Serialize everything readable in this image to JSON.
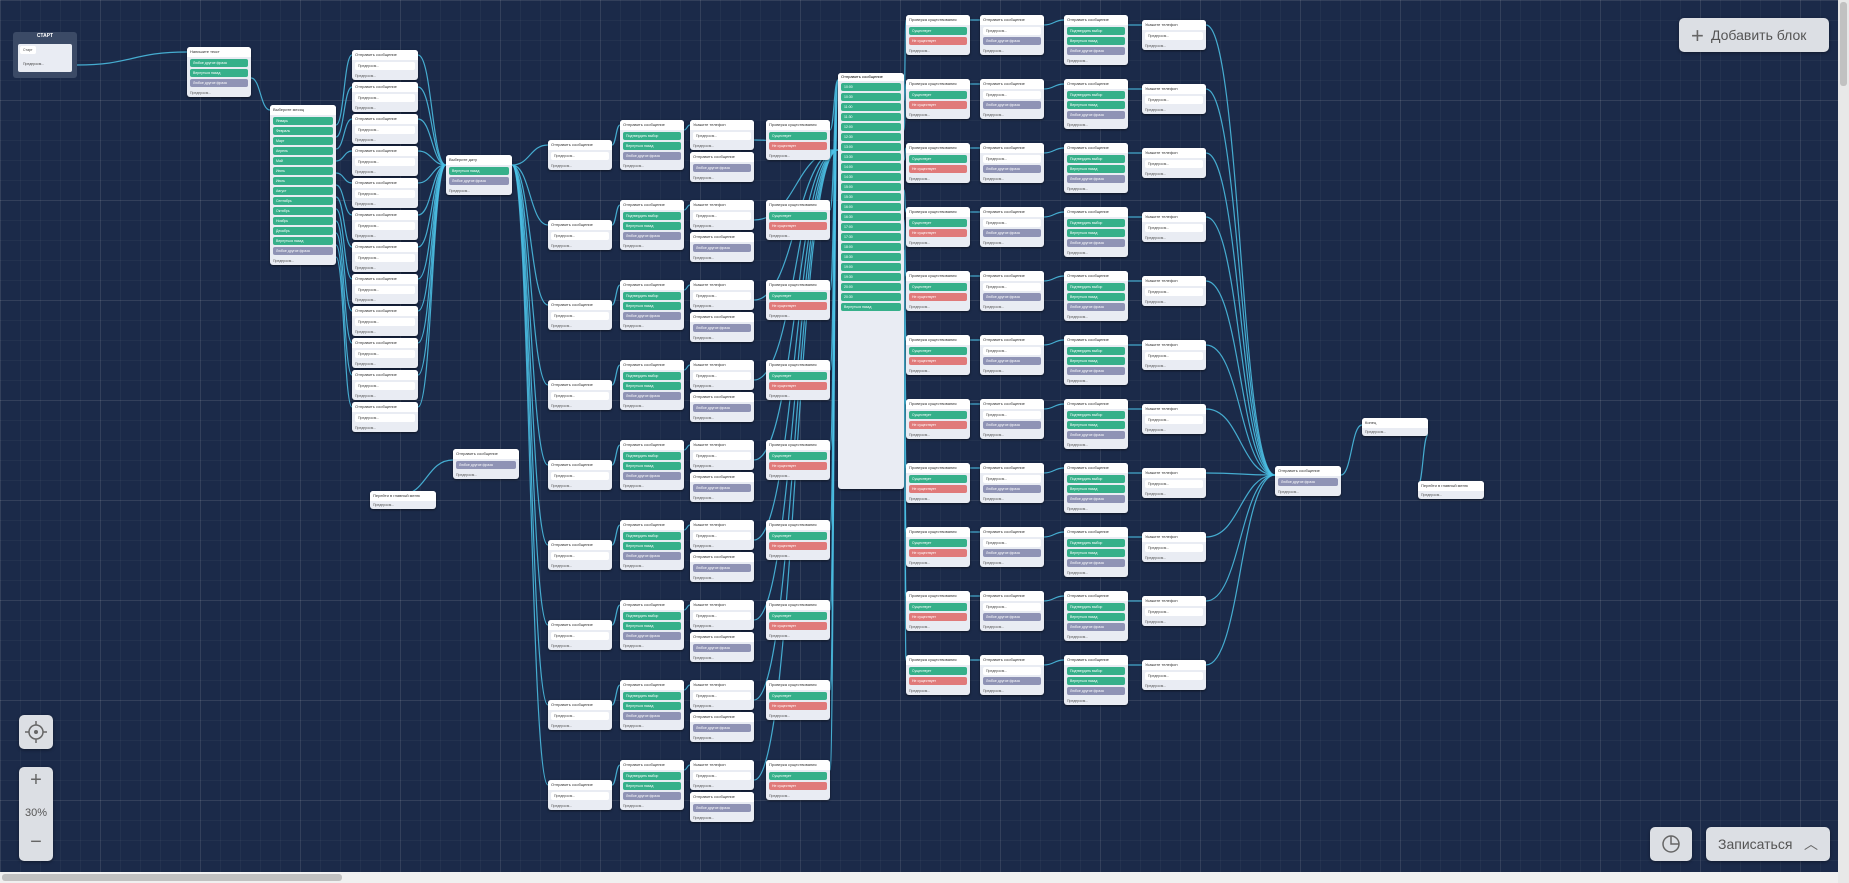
{
  "toolbar": {
    "add_block_icon": "plus-icon",
    "add_block_label": "Добавить блок",
    "zoom_in_label": "+",
    "zoom_level": "30%",
    "zoom_out_label": "−",
    "signup_label": "Записаться",
    "signup_icon": "chevron-up-icon",
    "locate_icon": "target-icon",
    "stats_icon": "pie-chart-icon"
  },
  "start_block": {
    "caption": "СТАРТ",
    "trigger_label": "Старт",
    "footer_label": "Предпросм..."
  },
  "flow_nodes": {
    "welcome_title": "Напишите текст",
    "month_picker_title": "Выберите месяц",
    "choose_date_title": "Выберите дату",
    "select_phone_title": "Укажите телефон",
    "check_title": "Проверка существования",
    "exists_label": "Существует",
    "not_exists_label": "Не существует",
    "send_title": "Отправить сообщение",
    "confirm_label": "Подтвердить выбор",
    "back_label": "Вернуться назад",
    "any_other_label": "Любое другое фраза",
    "preview_label": "Предпросм...",
    "end_title": "Конец",
    "final_label": "Перейти в главный меню",
    "months": [
      "Январь",
      "Февраль",
      "Март",
      "Апрель",
      "Май",
      "Июнь",
      "Июль",
      "Август",
      "Сентябрь",
      "Октябрь",
      "Ноябрь",
      "Декабрь"
    ],
    "times": [
      "10:00",
      "10:30",
      "11:00",
      "11:30",
      "12:00",
      "12:30",
      "13:00",
      "13:30",
      "14:00",
      "14:30",
      "15:00",
      "15:30",
      "16:00",
      "16:30",
      "17:00",
      "17:30",
      "18:00",
      "18:30",
      "19:00",
      "19:30",
      "20:00",
      "20:30"
    ]
  },
  "colors": {
    "canvas": "#1b2a49",
    "wire": "#4cc3e8",
    "accept": "#36b08a",
    "reject": "#e07a7a",
    "neutral": "#8f93b5"
  }
}
